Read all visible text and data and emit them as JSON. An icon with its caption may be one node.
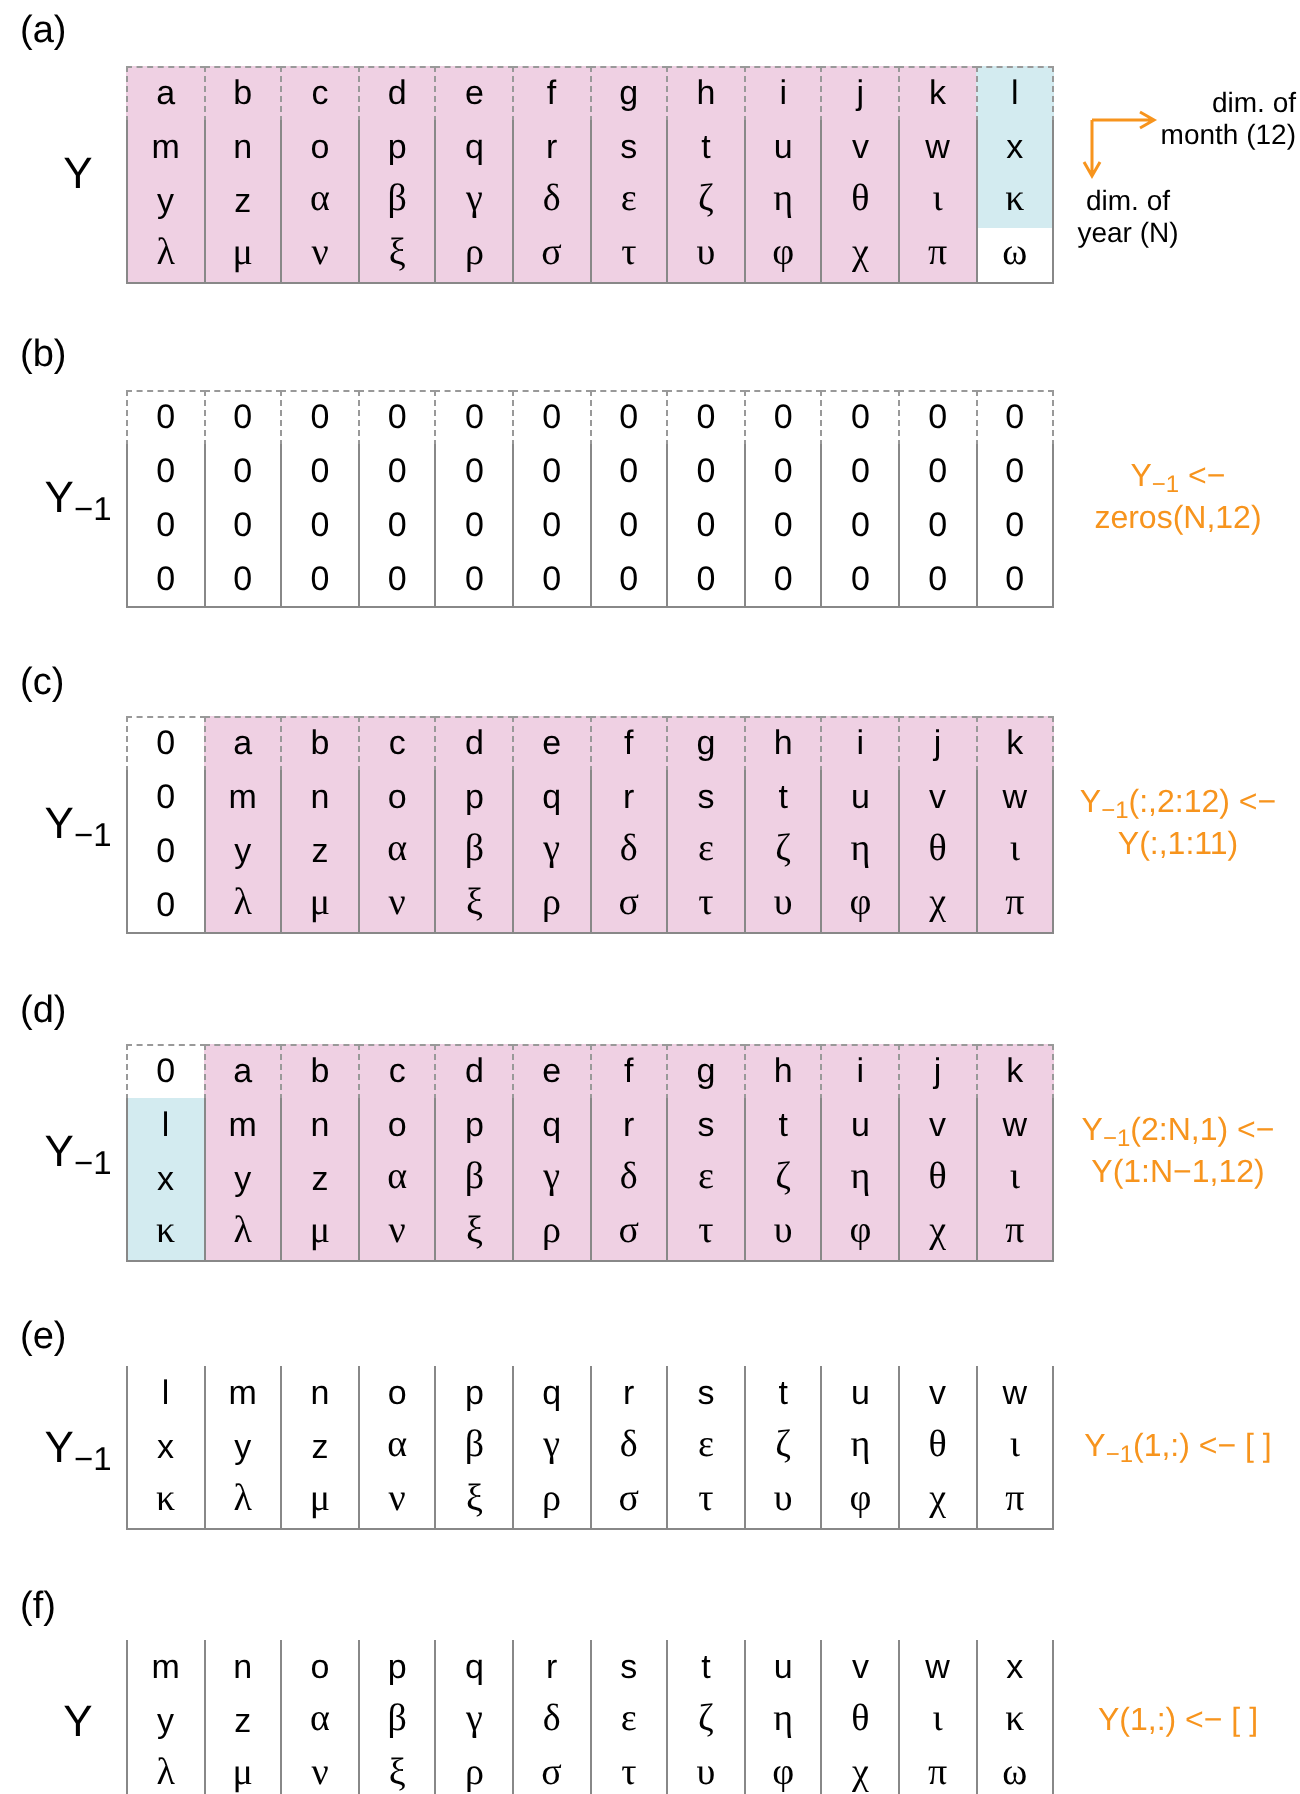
{
  "diagram": {
    "labels": [
      "(a)",
      "Y",
      "a",
      "b",
      "c",
      "d",
      "e",
      "f",
      "g",
      "h",
      "i",
      "j",
      "k",
      "l",
      "m",
      "n",
      "o",
      "p",
      "q",
      "r",
      "s",
      "t",
      "u",
      "v",
      "w",
      "x",
      "y",
      "z",
      "α",
      "β",
      "γ",
      "δ",
      "ε",
      "ζ",
      "η",
      "θ",
      "ι",
      "κ",
      "λ",
      "μ",
      "ν",
      "ξ",
      "ρ",
      "σ",
      "τ",
      "υ",
      "φ",
      "χ",
      "π",
      "ω",
      "dim. of month (12)",
      "dim. of year (N)",
      "(b)",
      "Y$_{−1}$",
      "0",
      "0",
      "0",
      "0",
      "0",
      "0",
      "0",
      "0",
      "0",
      "0",
      "0",
      "0",
      "0",
      "0",
      "0",
      "0",
      "0",
      "0",
      "0",
      "0",
      "0",
      "0",
      "0",
      "0",
      "0",
      "0",
      "0",
      "0",
      "0",
      "0",
      "0",
      "0",
      "0",
      "0",
      "0",
      "0",
      "0",
      "0",
      "0",
      "0",
      "0",
      "0",
      "0",
      "0",
      "0",
      "0",
      "0",
      "0",
      "Y$_{−1}$ <− zeros(N,12)",
      "(c)",
      "Y$_{−1}$",
      "0",
      "a",
      "b",
      "c",
      "d",
      "e",
      "f",
      "g",
      "h",
      "i",
      "j",
      "k",
      "0",
      "m",
      "n",
      "o",
      "p",
      "q",
      "r",
      "s",
      "t",
      "u",
      "v",
      "w",
      "0",
      "y",
      "z",
      "α",
      "β",
      "γ",
      "δ",
      "ε",
      "ζ",
      "η",
      "θ",
      "ι",
      "0",
      "λ",
      "μ",
      "ν",
      "ξ",
      "ρ",
      "σ",
      "τ",
      "υ",
      "φ",
      "χ",
      "π",
      "Y$_{−1}$(:,2:12) <− Y(:,1:11)",
      "(d)",
      "Y$_{−1}$",
      "0",
      "a",
      "b",
      "c",
      "d",
      "e",
      "f",
      "g",
      "h",
      "i",
      "j",
      "k",
      "l",
      "m",
      "n",
      "o",
      "p",
      "q",
      "r",
      "s",
      "t",
      "u",
      "v",
      "w",
      "x",
      "y",
      "z",
      "α",
      "β",
      "γ",
      "δ",
      "ε",
      "ζ",
      "η",
      "θ",
      "ι",
      "κ",
      "λ",
      "μ",
      "ν",
      "ξ",
      "ρ",
      "σ",
      "τ",
      "υ",
      "φ",
      "χ",
      "π",
      "Y$_{−1}$(2:N,1) <− Y(1:N−1,12)",
      "(e)",
      "Y$_{−1}$",
      "l",
      "m",
      "n",
      "o",
      "p",
      "q",
      "r",
      "s",
      "t",
      "u",
      "v",
      "w",
      "x",
      "y",
      "z",
      "α",
      "β",
      "γ",
      "δ",
      "ε",
      "ζ",
      "η",
      "θ",
      "ι",
      "κ",
      "λ",
      "μ",
      "ν",
      "ξ",
      "ρ",
      "σ",
      "τ",
      "υ",
      "φ",
      "χ",
      "π",
      "Y$_{−1}$(1,:) <− [ ]",
      "(f)",
      "Y",
      "m",
      "n",
      "o",
      "p",
      "q",
      "r",
      "s",
      "t",
      "u",
      "v",
      "w",
      "x",
      "y",
      "z",
      "α",
      "β",
      "γ",
      "δ",
      "ε",
      "ζ",
      "η",
      "θ",
      "ι",
      "κ",
      "λ",
      "μ",
      "ν",
      "ξ",
      "ρ",
      "σ",
      "τ",
      "υ",
      "φ",
      "χ",
      "π",
      "ω",
      "Y(1,:) <− [ ]"
    ]
  }
}
